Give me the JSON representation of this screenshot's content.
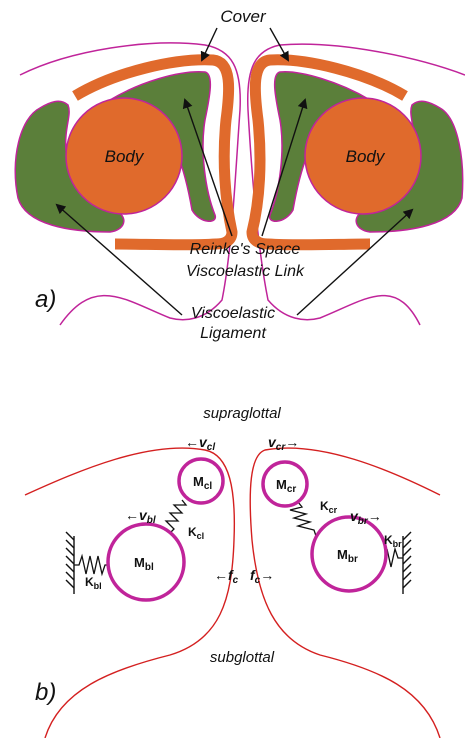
{
  "panel_a": {
    "label": "a)",
    "cover": "Cover",
    "body_left": "Body",
    "body_right": "Body",
    "reinke_line1": "Reinke's Space",
    "reinke_line2": "Viscoelastic Link",
    "ligament_line1": "Viscoelastic",
    "ligament_line2": "Ligament"
  },
  "panel_b": {
    "label": "b)",
    "supraglottal": "supraglottal",
    "subglottal": "subglottal",
    "mass_cl": "M",
    "mass_cl_sub": "cl",
    "mass_bl": "M",
    "mass_bl_sub": "bl",
    "mass_cr": "M",
    "mass_cr_sub": "cr",
    "mass_br": "M",
    "mass_br_sub": "br",
    "k_cl": "K",
    "k_cl_sub": "cl",
    "k_bl": "K",
    "k_bl_sub": "bl",
    "k_cr": "K",
    "k_cr_sub": "cr",
    "k_br": "K",
    "k_br_sub": "br",
    "v_cl": "v",
    "v_cl_sub": "cl",
    "v_bl": "v",
    "v_bl_sub": "bl",
    "v_cr": "v",
    "v_cr_sub": "cr",
    "v_br": "v",
    "v_br_sub": "br",
    "f_left": "f",
    "f_left_sub": "c",
    "f_right": "f",
    "f_right_sub": "c",
    "arrow_left": "←",
    "arrow_right": "→"
  },
  "colors": {
    "tissue_outline": "#c0249a",
    "orange": "#e06a2c",
    "green": "#5b7f3a",
    "mass_ring": "#c0249a",
    "fold_line": "#d42020"
  }
}
